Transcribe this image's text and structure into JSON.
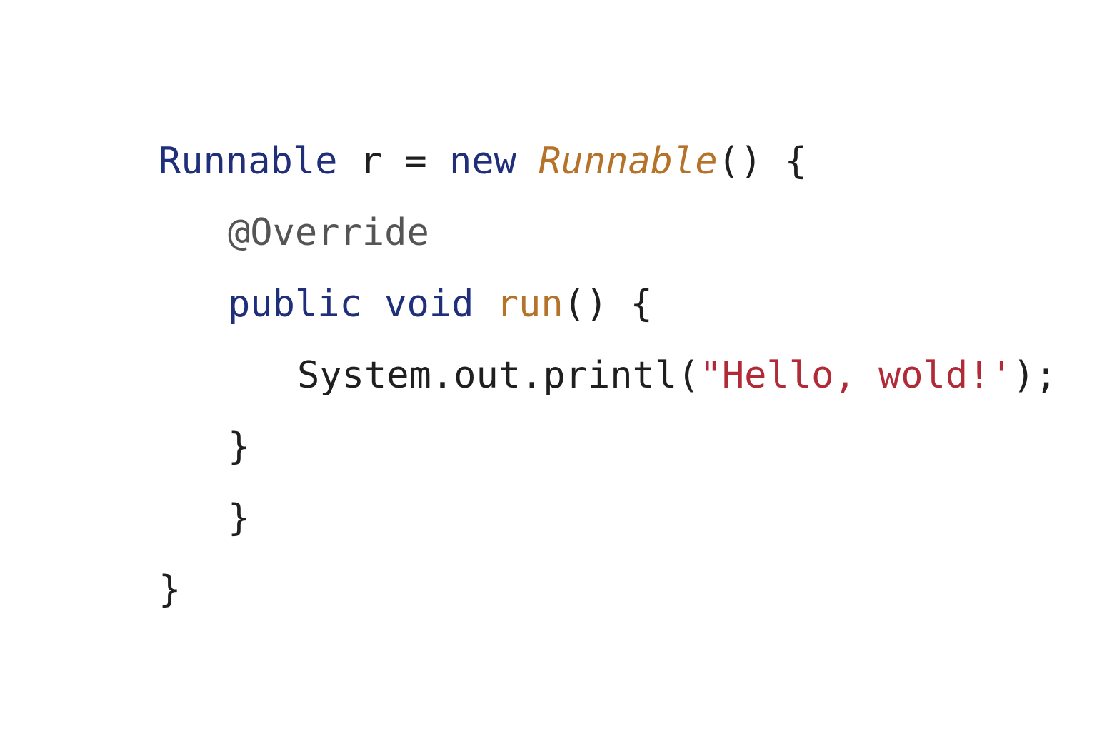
{
  "colors": {
    "background": "#ffffff",
    "keyword": "#1f2f7a",
    "identifier": "#1f1f1f",
    "anonymous_class": "#b5732a",
    "method_name": "#b5732a",
    "annotation": "#555555",
    "string": "#b02a37"
  },
  "code": {
    "line1": {
      "type": "Runnable",
      "var": " r = ",
      "new_kw": "new",
      "space": " ",
      "anon_class": "Runnable",
      "tail": "() {"
    },
    "line2": {
      "annotation": "@Override"
    },
    "line3": {
      "public_kw": "public",
      "void_kw": " void",
      "space": " ",
      "method": "run",
      "tail": "() {"
    },
    "line4": {
      "call": "System.out.printl(",
      "string": "\"Hello, wold!'",
      "tail": ");"
    },
    "line5": {
      "brace": "}"
    },
    "line6": {
      "brace": "}"
    },
    "line7": {
      "brace": "}"
    }
  }
}
